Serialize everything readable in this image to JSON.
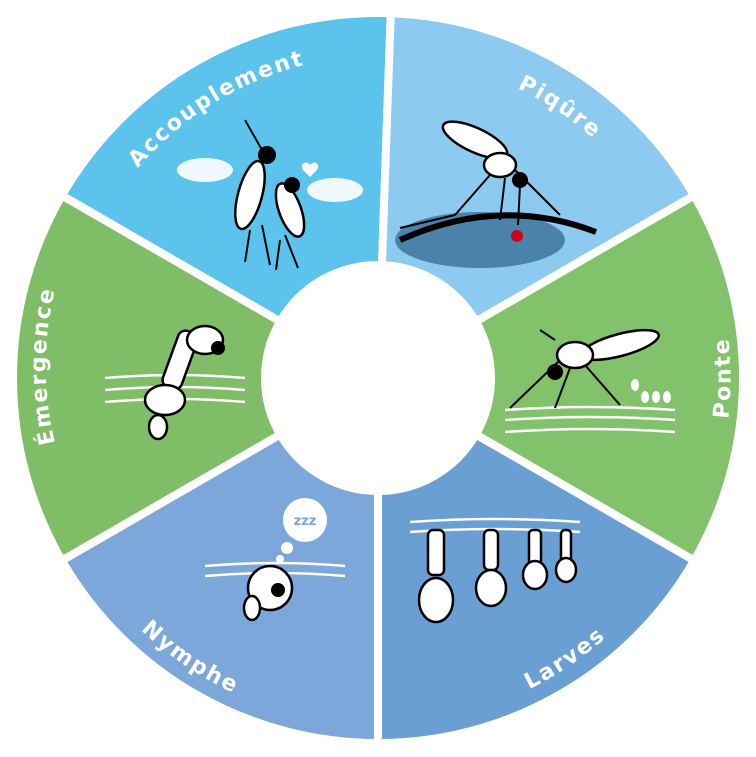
{
  "diagram": {
    "title": "Mosquito life cycle",
    "stages": [
      {
        "id": "accouplement",
        "label": "Accouplement",
        "icon": "mating-mosquitoes-icon",
        "color": "#5bc3ec"
      },
      {
        "id": "piqure",
        "label": "Piqûre",
        "icon": "biting-mosquito-icon",
        "color": "#8ccaef"
      },
      {
        "id": "ponte",
        "label": "Ponte",
        "icon": "egg-laying-mosquito-icon",
        "color": "#82c26b"
      },
      {
        "id": "larves",
        "label": "Larves",
        "icon": "larvae-icon",
        "color": "#6a9fd4"
      },
      {
        "id": "nymphe",
        "label": "Nymphe",
        "icon": "pupa-icon",
        "color": "#7ba7da"
      },
      {
        "id": "emergence",
        "label": "Émergence",
        "icon": "emerging-mosquito-icon",
        "color": "#7fbe66"
      }
    ],
    "nymphe_bubble": "zzz"
  }
}
